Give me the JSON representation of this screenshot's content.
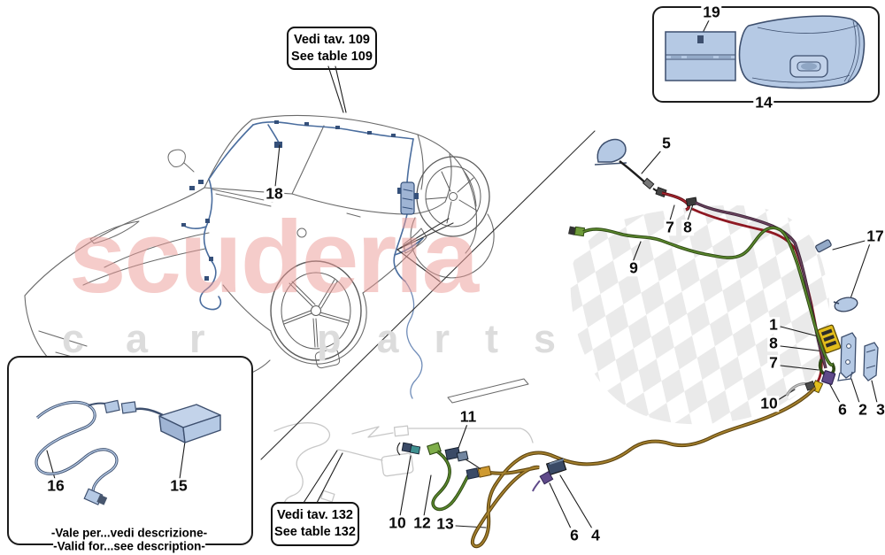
{
  "watermark": {
    "word1": "scuderia",
    "word2": "car",
    "word3": "parts",
    "pink": "#eb9996",
    "gray": "#dcdcdc"
  },
  "callouts": {
    "tav109": {
      "line1": "Vedi tav. 109",
      "line2": "See table 109"
    },
    "tav132": {
      "line1": "Vedi tav. 132",
      "line2": "See table 132"
    }
  },
  "validity_note": {
    "line1": "-Vale per...vedi descrizione-",
    "line2": "-Valid for...see description-"
  },
  "part_numbers": {
    "p1": "1",
    "p2": "2",
    "p3": "3",
    "p4": "4",
    "p5": "5",
    "p6": "6",
    "p7": "7",
    "p8": "8",
    "p9": "9",
    "p10": "10",
    "p11": "11",
    "p12": "12",
    "p13": "13",
    "p14": "14",
    "p15": "15",
    "p16": "16",
    "p17": "17",
    "p18": "18",
    "p19": "19"
  },
  "colors": {
    "cable_green": "#5c8a2e",
    "cable_green_dark": "#2f4a14",
    "cable_red": "#a01b24",
    "cable_purple": "#6d4560",
    "cable_purple_dark": "#3d2438",
    "cable_brown": "#a5812e",
    "cable_brown_dark": "#5c430f",
    "cable_black": "#1d1d1d",
    "part_blue_fill": "#b5c9e4",
    "part_blue_outline": "#3d4f6e",
    "connector_yellow": "#e2bd1c",
    "connector_purple": "#5f4a8a",
    "connector_orange": "#cf9a30",
    "connector_teal": "#3f9090",
    "harness_blue": "#4a6d9e",
    "flag_gray": "#d8d8d8",
    "car_line": "#6a6a6a"
  }
}
